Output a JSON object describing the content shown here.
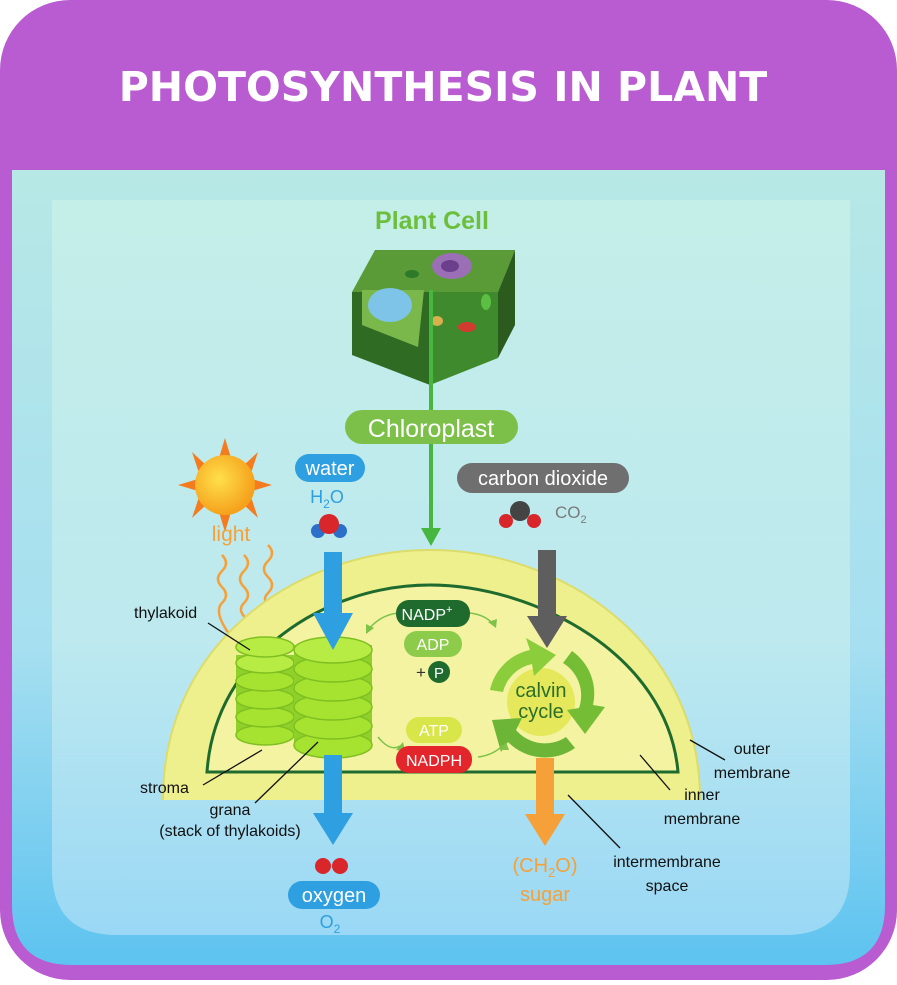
{
  "title": "PHOTOSYNTHESIS IN PLANT",
  "plant_cell_label": "Plant Cell",
  "chloroplast_label": "Chloroplast",
  "inputs": {
    "light": "light",
    "water": "water",
    "water_formula": "H",
    "water_sub": "2",
    "water_formula_end": "O",
    "carbon_dioxide": "carbon dioxide",
    "co2_formula": "CO",
    "co2_sub": "2"
  },
  "outputs": {
    "oxygen": "oxygen",
    "o2_formula": "O",
    "o2_sub": "2",
    "sugar_formula_start": "(CH",
    "sugar_sub": "2",
    "sugar_formula_end": "O)",
    "sugar": "sugar"
  },
  "molecules": {
    "nadp": "NADP",
    "nadp_sup": "+",
    "adp": "ADP",
    "plus": "+",
    "p": "P",
    "atp": "ATP",
    "nadph": "NADPH"
  },
  "calvin": {
    "line1": "calvin",
    "line2": "cycle"
  },
  "labels": {
    "thylakoid": "thylakoid",
    "stroma": "stroma",
    "grana": "grana",
    "grana_sub": "(stack of thylakoids)",
    "outer1": "outer",
    "outer2": "membrane",
    "inner1": "inner",
    "inner2": "membrane",
    "inter1": "intermembrane",
    "inter2": "space"
  },
  "colors": {
    "frame": "#b95bd1",
    "panel_bg": "#a9e3e5",
    "chloroplast_outer": "#eef08e",
    "stroma": "#f4f3a2",
    "membrane": "#1f6b2e",
    "grana": "#a6e330",
    "arrow_blue": "#2e9fe0",
    "arrow_green": "#45b73f",
    "arrow_gray": "#5e5e5e",
    "arrow_orange": "#f5a038",
    "nadp_green": "#1f6b2e",
    "nadph_red": "#e3262b"
  }
}
